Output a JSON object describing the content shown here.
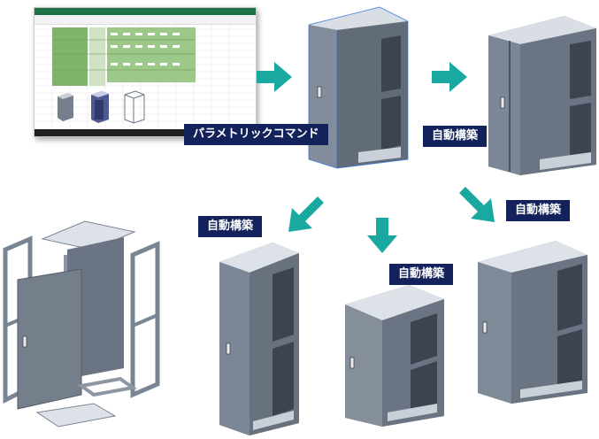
{
  "labels": {
    "parametric_command": "パラメトリックコマンド",
    "auto_build_1": "自動構築",
    "auto_build_2": "自動構築",
    "auto_build_3": "自動構築",
    "auto_build_4": "自動構築"
  },
  "colors": {
    "label_bg": "#13225a",
    "arrow": "#1aa9a0",
    "cabinet_front": "#6f7b8a",
    "cabinet_side": "#58626f",
    "cabinet_top": "#d7dde4",
    "sheet_green": "#7fb56b"
  },
  "icons": [
    "arrow-right-icon",
    "arrow-down-left-icon",
    "arrow-down-icon",
    "arrow-down-right-icon",
    "door-handle-icon"
  ]
}
